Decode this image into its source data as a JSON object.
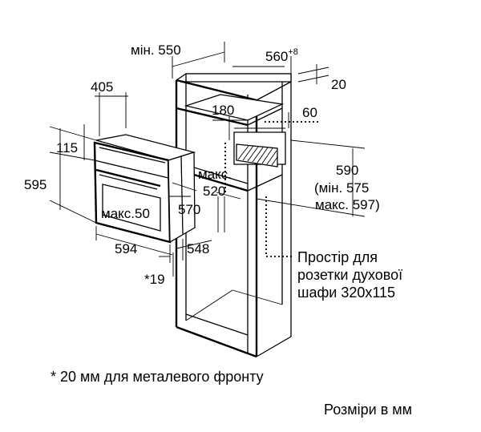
{
  "dimensions": {
    "min_550": "мін. 550",
    "d560": "560",
    "d560_sup": "+8",
    "d20": "20",
    "d405": "405",
    "d180": "180",
    "d60": "60",
    "d115": "115",
    "d595": "595",
    "max_label": "макс.",
    "d520": "520",
    "d590": "590",
    "min_575": "(мін. 575",
    "max_597": "макс. 597)",
    "max_50": "макс.50",
    "d570": "570",
    "d594": "594",
    "d548": "548",
    "star_19": "*19"
  },
  "socket_note": {
    "line1": "Простір для",
    "line2": "розетки духової",
    "line3": "шафи 320x115"
  },
  "footnote": "* 20 мм для металевого фронту",
  "units_note": "Розміри в мм"
}
